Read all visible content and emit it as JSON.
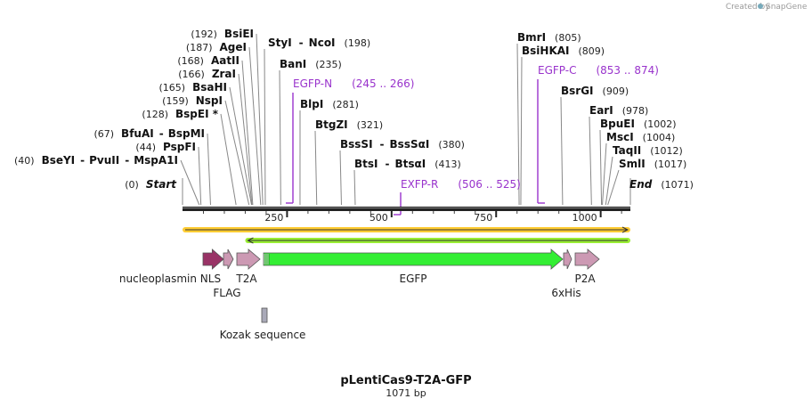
{
  "credit": {
    "created_by": "Created by",
    "brand": "SnapGene"
  },
  "title": "pLentiCas9-T2A-GFP",
  "subtitle": "1071 bp",
  "sequence_length": 1071,
  "ruler_ticks": [
    "250",
    "500",
    "750",
    "1000"
  ],
  "ruler_tick_values": [
    250,
    500,
    750,
    1000
  ],
  "sites_left": [
    {
      "pos": 40,
      "pos_label": "(40)",
      "names": [
        "BseYI",
        "PvuII",
        "MspA1I"
      ]
    },
    {
      "pos": 44,
      "pos_label": "(44)",
      "names": [
        "PspFI"
      ]
    },
    {
      "pos": 67,
      "pos_label": "(67)",
      "names": [
        "BfuAI",
        "BspMI"
      ]
    },
    {
      "pos": 128,
      "pos_label": "(128)",
      "names": [
        "BspEI *"
      ]
    },
    {
      "pos": 159,
      "pos_label": "(159)",
      "names": [
        "NspI"
      ]
    },
    {
      "pos": 165,
      "pos_label": "(165)",
      "names": [
        "BsaHI"
      ]
    },
    {
      "pos": 166,
      "pos_label": "(166)",
      "names": [
        "ZraI"
      ]
    },
    {
      "pos": 168,
      "pos_label": "(168)",
      "names": [
        "AatII"
      ]
    },
    {
      "pos": 187,
      "pos_label": "(187)",
      "names": [
        "AgeI"
      ]
    },
    {
      "pos": 192,
      "pos_label": "(192)",
      "names": [
        "BsiEI"
      ]
    }
  ],
  "sites_right": [
    {
      "pos": 198,
      "pos_label": "(198)",
      "names": [
        "StyI",
        "NcoI"
      ]
    },
    {
      "pos": 235,
      "pos_label": "(235)",
      "names": [
        "BanI"
      ]
    },
    {
      "pos": 281,
      "pos_label": "(281)",
      "names": [
        "BlpI"
      ]
    },
    {
      "pos": 321,
      "pos_label": "(321)",
      "names": [
        "BtgZI"
      ]
    },
    {
      "pos": 380,
      "pos_label": "(380)",
      "names": [
        "BssSI",
        "BssSαI"
      ]
    },
    {
      "pos": 413,
      "pos_label": "(413)",
      "names": [
        "BtsI",
        "BtsαI"
      ]
    },
    {
      "pos": 805,
      "pos_label": "(805)",
      "names": [
        "BmrI"
      ]
    },
    {
      "pos": 809,
      "pos_label": "(809)",
      "names": [
        "BsiHKAI"
      ]
    },
    {
      "pos": 909,
      "pos_label": "(909)",
      "names": [
        "BsrGI"
      ]
    },
    {
      "pos": 978,
      "pos_label": "(978)",
      "names": [
        "EarI"
      ]
    },
    {
      "pos": 1002,
      "pos_label": "(1002)",
      "names": [
        "BpuEI"
      ]
    },
    {
      "pos": 1004,
      "pos_label": "(1004)",
      "names": [
        "MscI"
      ]
    },
    {
      "pos": 1012,
      "pos_label": "(1012)",
      "names": [
        "TaqII"
      ]
    },
    {
      "pos": 1017,
      "pos_label": "(1017)",
      "names": [
        "SmlI"
      ]
    }
  ],
  "start": {
    "pos_label": "(0)",
    "name": "Start"
  },
  "end": {
    "pos_label": "(1071)",
    "name": "End"
  },
  "primers": [
    {
      "name": "EGFP-N",
      "range": "(245 .. 266)",
      "start": 245,
      "end": 266,
      "direction": "forward"
    },
    {
      "name": "EXFP-R",
      "range": "(506 .. 525)",
      "start": 506,
      "end": 525,
      "direction": "reverse"
    },
    {
      "name": "EGFP-C",
      "range": "(853 .. 874)",
      "start": 853,
      "end": 874,
      "direction": "forward"
    }
  ],
  "features": [
    {
      "name": "nucleoplasmin NLS",
      "start": 60,
      "end": 107,
      "direction": "forward",
      "color": "#993366"
    },
    {
      "name": "FLAG",
      "start": 108,
      "end": 131,
      "direction": "forward",
      "color": "#cc99b3"
    },
    {
      "name": "T2A",
      "start": 135,
      "end": 188,
      "direction": "forward",
      "color": "#cc99b3"
    },
    {
      "name": "EGFP",
      "start": 198,
      "end": 917,
      "direction": "forward",
      "color": "#33ee33"
    },
    {
      "name": "6xHis",
      "start": 918,
      "end": 935,
      "direction": "forward",
      "color": "#cc99b3"
    },
    {
      "name": "P2A",
      "start": 940,
      "end": 997,
      "direction": "forward",
      "color": "#cc99b3"
    },
    {
      "name": "Kozak sequence",
      "start": 190,
      "end": 199,
      "direction": "none",
      "color": "#a9a9b8"
    }
  ],
  "orf_bars": [
    {
      "start": 0,
      "end": 1071,
      "direction": "forward",
      "color": "#ffcc33"
    },
    {
      "start": 150,
      "end": 1071,
      "direction": "reverse",
      "color": "#99ee33"
    }
  ]
}
